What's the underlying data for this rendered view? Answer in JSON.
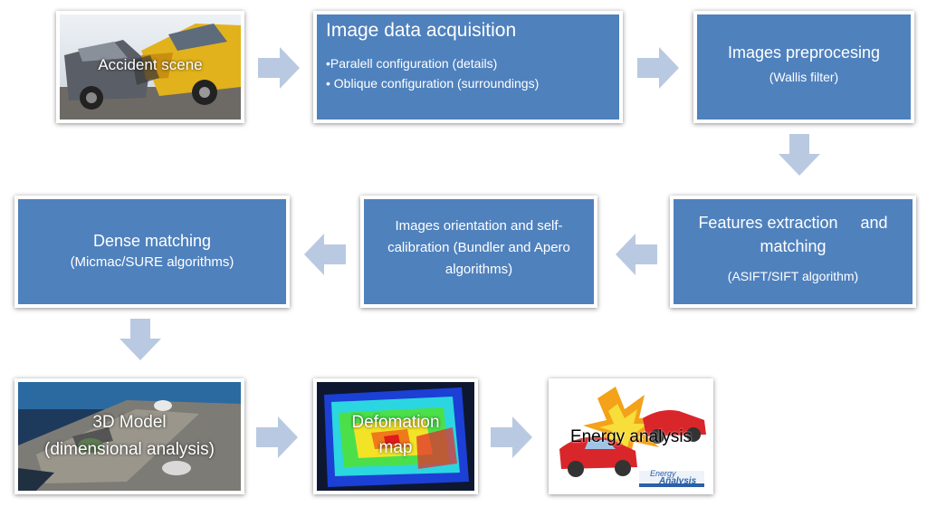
{
  "nodes": {
    "accident": {
      "label": "Accident scene"
    },
    "acquisition": {
      "title": "Image data acquisition",
      "bullets": [
        "•Paralell configuration (details)",
        "• Oblique configuration (surroundings)"
      ]
    },
    "preprocessing": {
      "title": "Images preprocesing",
      "sub": "(Wallis filter)"
    },
    "features": {
      "line1": "Features extraction     and",
      "line2": "matching",
      "sub": "(ASIFT/SIFT algorithm)"
    },
    "orientation": {
      "line1": "Images orientation and self-",
      "line2": "calibration (Bundler and Apero",
      "line3": "algorithms)"
    },
    "dense": {
      "title": "Dense matching",
      "sub": "(Micmac/SURE algorithms)"
    },
    "model": {
      "line1": "3D Model",
      "line2": "(dimensional analysis)"
    },
    "deformation": {
      "line1": "Defomation",
      "line2": "map"
    },
    "energy": {
      "label": "Energy analysis",
      "logo_line1": "Energy",
      "logo_line2": "Analysis"
    }
  },
  "colors": {
    "box": "#4f81bd",
    "arrow": "#b9c9e1",
    "text": "#ffffff"
  }
}
